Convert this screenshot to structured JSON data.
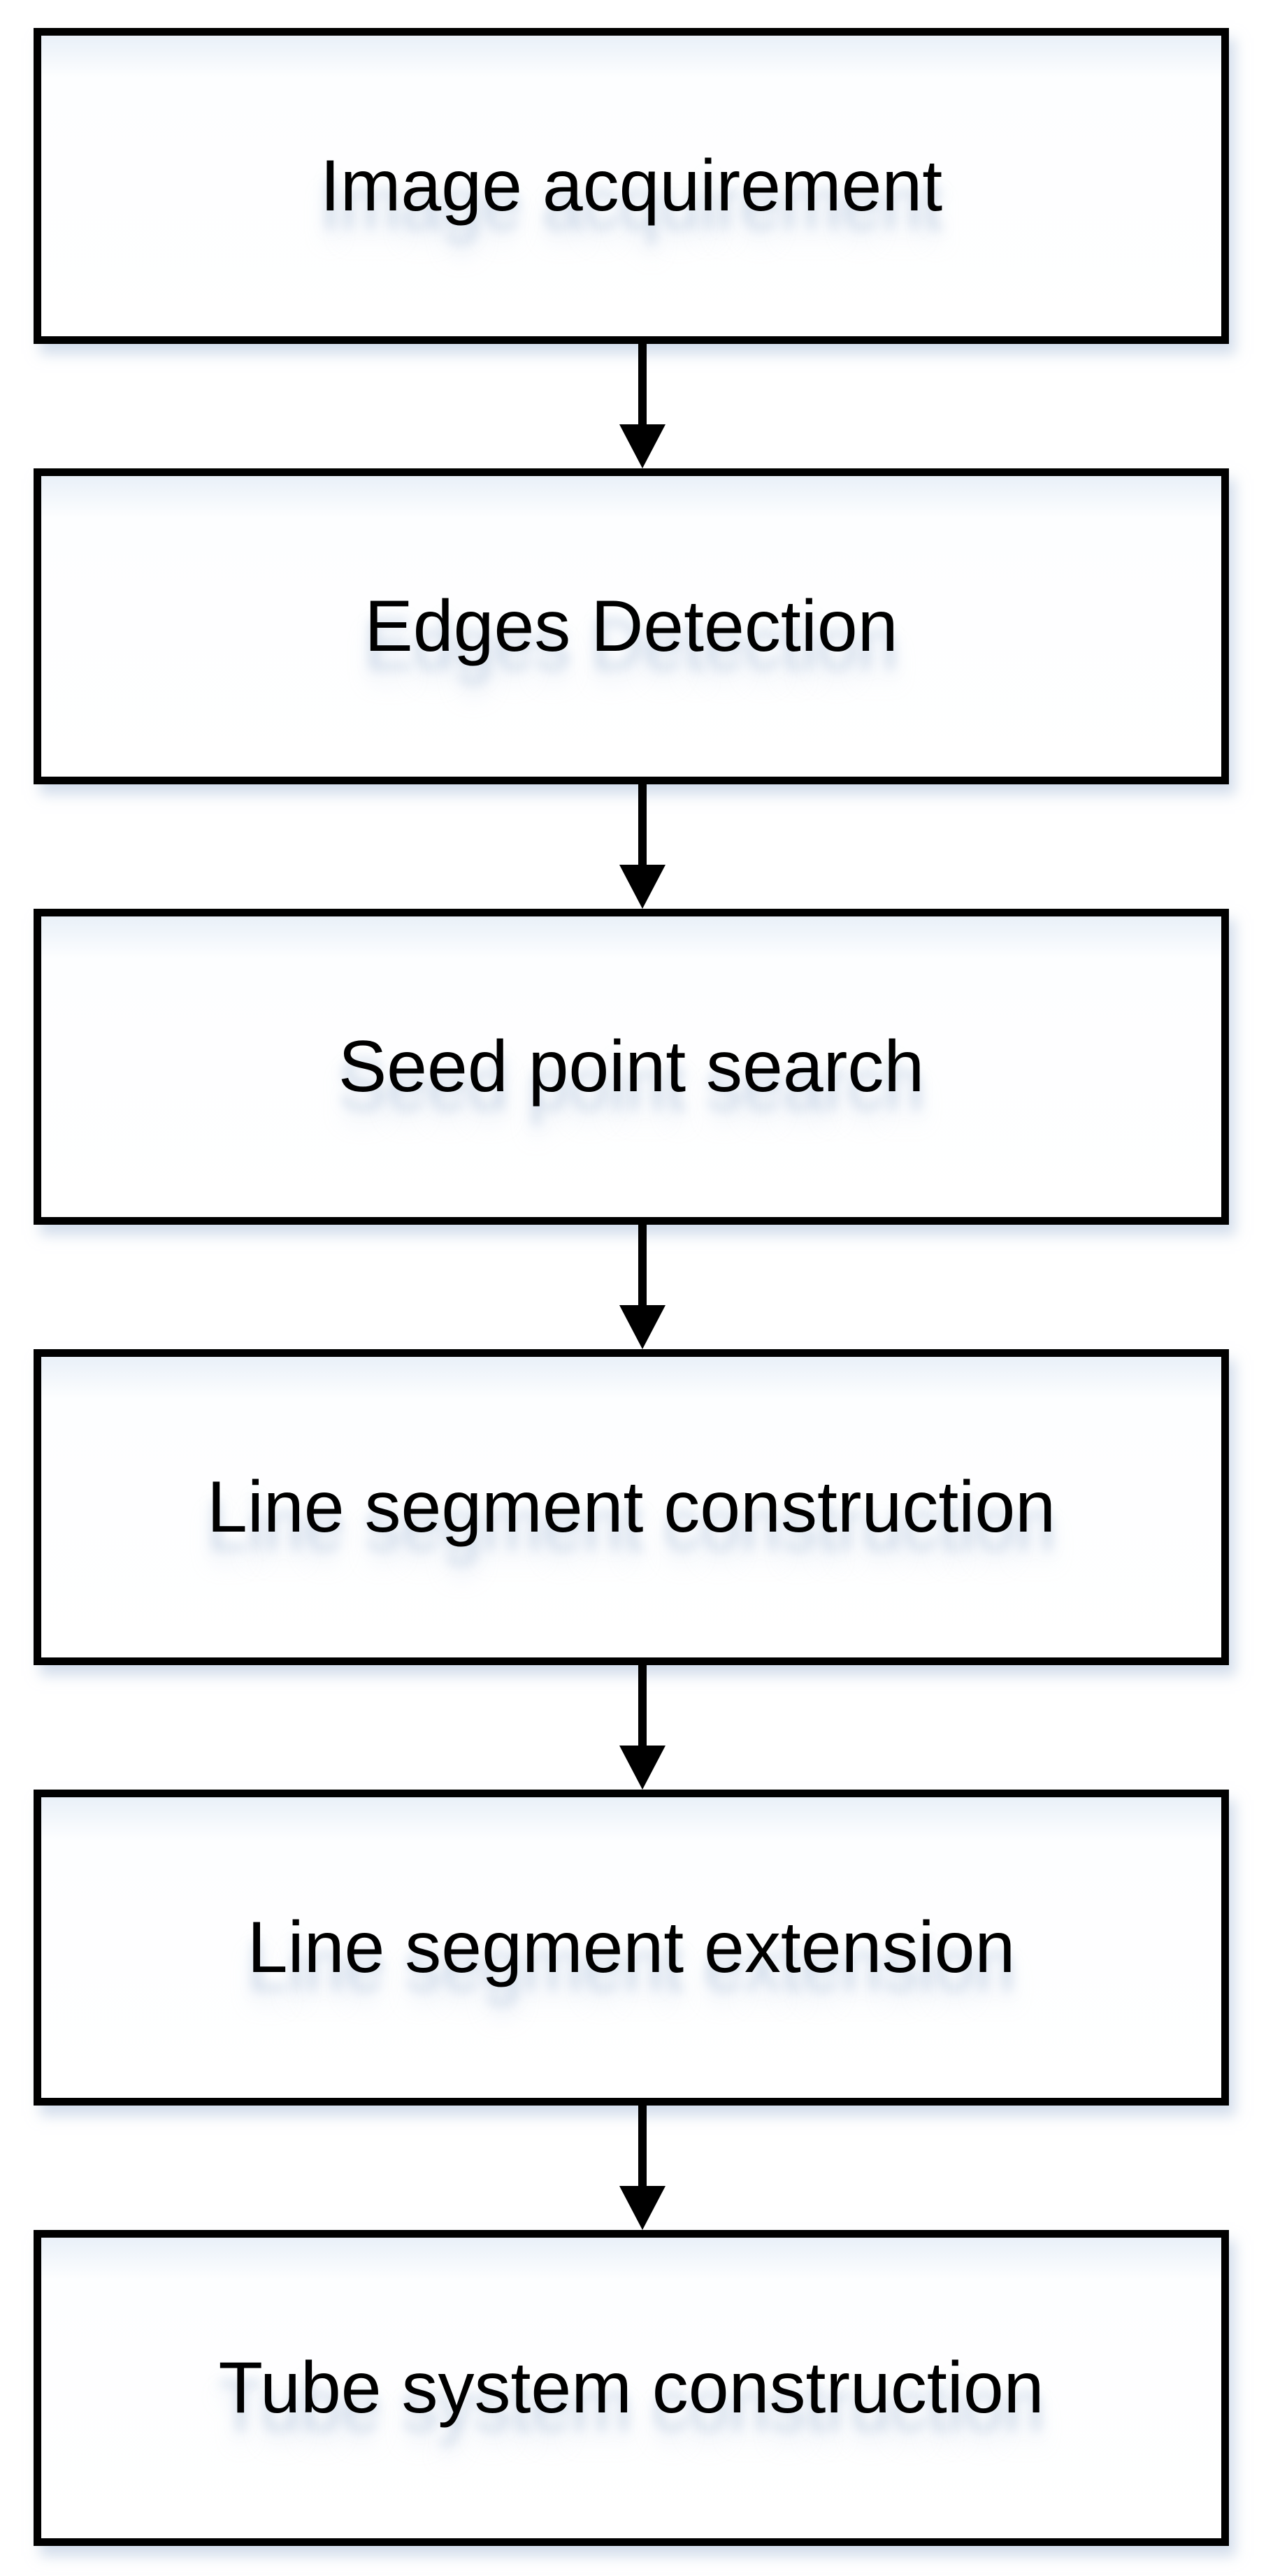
{
  "diagram": {
    "type": "flowchart",
    "direction": "top-to-bottom",
    "nodes": [
      {
        "label": "Image acquirement"
      },
      {
        "label": "Edges Detection"
      },
      {
        "label": "Seed point search"
      },
      {
        "label": "Line segment construction"
      },
      {
        "label": "Line segment extension"
      },
      {
        "label": "Tube system construction"
      }
    ],
    "edges": [
      {
        "from": 0,
        "to": 1
      },
      {
        "from": 1,
        "to": 2
      },
      {
        "from": 2,
        "to": 3
      },
      {
        "from": 3,
        "to": 4
      },
      {
        "from": 4,
        "to": 5
      }
    ],
    "colors": {
      "background": "#ffffff",
      "node_border": "#000000",
      "node_fill": "#ffffff",
      "node_fill_top_tint": "#e9f0f8",
      "text": "#000000",
      "arrow": "#000000",
      "shadow": "#bacae0"
    }
  }
}
